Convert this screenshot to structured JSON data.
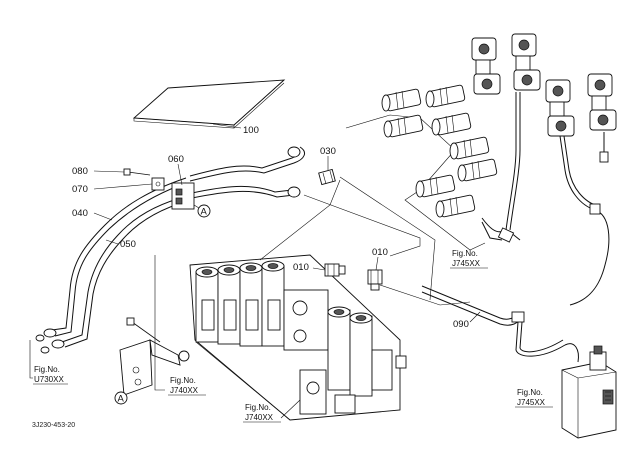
{
  "diagram": {
    "callouts": {
      "c100": "100",
      "c030": "030",
      "c060": "060",
      "c080": "080",
      "c070": "070",
      "c040": "040",
      "c050": "050",
      "c010a": "010",
      "c010b": "010",
      "c090": "090",
      "markA1": "A",
      "markA2": "A"
    },
    "fig_refs": {
      "u730": {
        "line1": "Fig.No.",
        "line2": "U730XX"
      },
      "j740a": {
        "line1": "Fig.No.",
        "line2": "J740XX"
      },
      "j740b": {
        "line1": "Fig.No.",
        "line2": "J740XX"
      },
      "j745a": {
        "line1": "Fig.No.",
        "line2": "J745XX"
      },
      "j745b": {
        "line1": "Fig.No.",
        "line2": "J745XX"
      }
    },
    "footer_code": "3J230-453-20"
  }
}
